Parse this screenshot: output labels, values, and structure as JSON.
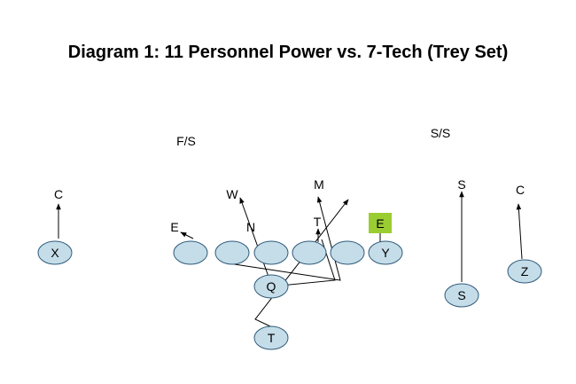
{
  "title": "Diagram 1: 11 Personnel Power vs. 7-Tech (Trey Set)",
  "defense": {
    "free_safety": "F/S",
    "strong_safety": "S/S",
    "left_corner": "C",
    "right_corner": "C",
    "will": "W",
    "mike": "M",
    "sam": "S",
    "left_end": "E",
    "nose": "N",
    "tackle": "T",
    "right_end": "E"
  },
  "offense": {
    "x_receiver": "X",
    "y_tight_end": "Y",
    "z_receiver": "Z",
    "quarterback": "Q",
    "tailback": "T",
    "slot": "S"
  },
  "colors": {
    "player_fill": "#c4dde8",
    "player_stroke": "#2f5a7a",
    "highlight": "#9acd32",
    "line": "#000000"
  }
}
